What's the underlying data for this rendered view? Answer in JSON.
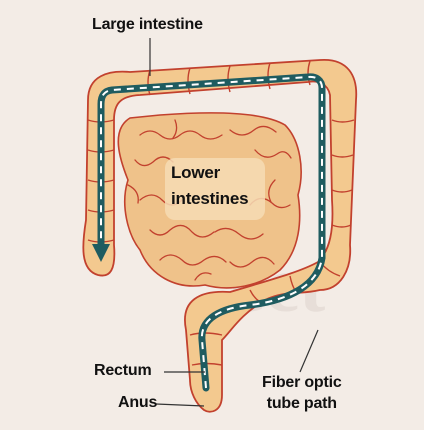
{
  "labels": {
    "large_intestine": "Large intestine",
    "lower_intestines_line1": "Lower",
    "lower_intestines_line2": "intestines",
    "rectum": "Rectum",
    "anus": "Anus",
    "fiber_optic_line1": "Fiber optic",
    "fiber_optic_line2": "tube path"
  },
  "colors": {
    "background": "#f3ece6",
    "intestine_fill": "#f3c98f",
    "intestine_outline": "#c2412e",
    "small_intestine_fill": "#f0c48c",
    "tube": "#1f5c60",
    "tube_dash": "#ffffff",
    "label_text": "#111111",
    "leader_line": "#333333"
  },
  "icons": {
    "tube_arrow": "arrow-down-icon"
  }
}
